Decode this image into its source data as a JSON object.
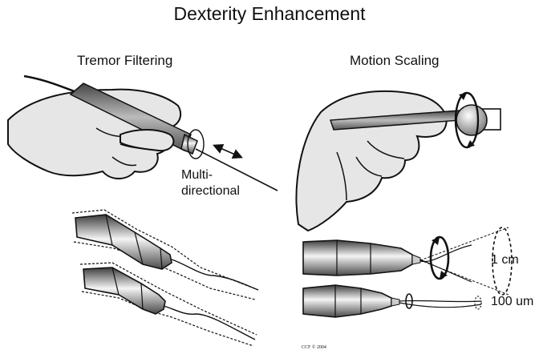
{
  "figure": {
    "title": "Dexterity Enhancement",
    "left_panel": {
      "title": "Tremor Filtering",
      "annotation": "Multi-\ndirectional"
    },
    "right_panel": {
      "title": "Motion Scaling",
      "scale_large": "1 cm",
      "scale_small": "100 um"
    },
    "copyright": "CCF © 2004"
  },
  "colors": {
    "outline": "#111111",
    "skin": "#e6e6e6",
    "skin_shadow": "#c9c9c9",
    "instrument_dark": "#5a5a5a",
    "instrument_light": "#f2f2f2"
  }
}
